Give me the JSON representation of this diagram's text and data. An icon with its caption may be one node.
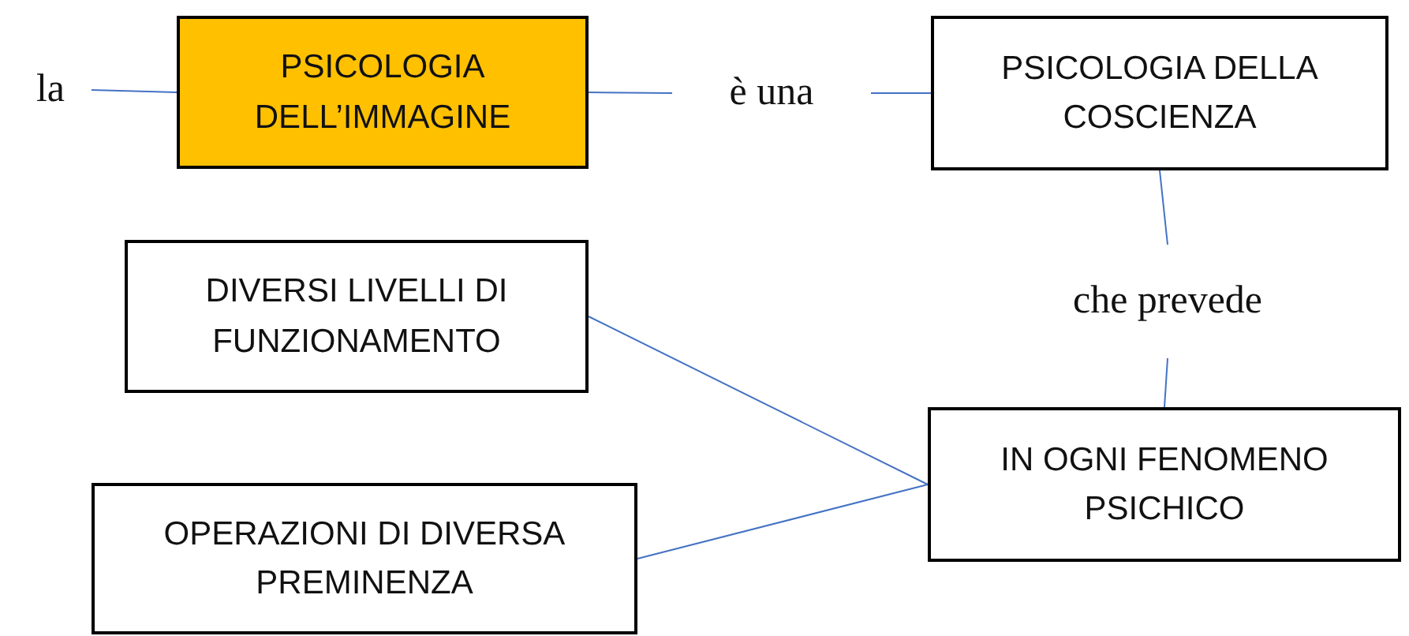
{
  "diagram": {
    "nodes": [
      {
        "text": [
          "la"
        ]
      },
      {
        "text": [
          "PSICOLOGIA DELL’IMMAGINE"
        ]
      },
      {
        "text": [
          "è una"
        ]
      },
      {
        "text": [
          "PSICOLOGIA DELLA COSCIENZA"
        ]
      },
      {
        "text": [
          "che prevede"
        ]
      },
      {
        "text": [
          "DIVERSI LIVELLI DI FUNZIONAMENTO"
        ]
      },
      {
        "text": [
          "IN OGNI FENOMENO PSICHICO"
        ]
      },
      {
        "text": [
          "OPERAZIONI DI DIVERSA PREMINENZA"
        ]
      }
    ],
    "edges": [
      {
        "from": 0,
        "to": 1,
        "arrow": "none"
      },
      {
        "from": 1,
        "to": 2,
        "arrow": "none"
      },
      {
        "from": 2,
        "to": 3,
        "arrow": "none"
      },
      {
        "from": 3,
        "to": 4,
        "arrow": "none"
      },
      {
        "from": 4,
        "to": 6,
        "arrow": "none"
      },
      {
        "from": 5,
        "to": 6,
        "arrow": "none"
      },
      {
        "from": 7,
        "to": 6,
        "arrow": "none"
      }
    ]
  }
}
